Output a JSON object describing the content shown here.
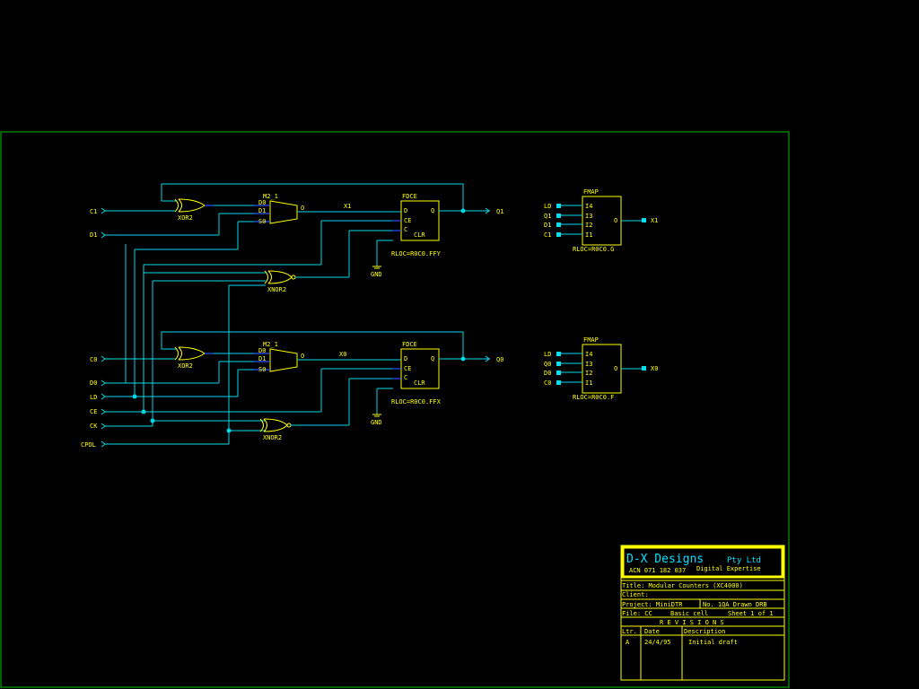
{
  "inputs": {
    "c1": "C1",
    "d1": "D1",
    "c0": "C0",
    "d0": "D0",
    "ld": "LD",
    "ce": "CE",
    "ck": "CK",
    "cpol": "CPOL"
  },
  "outputs": {
    "q1": "Q1",
    "q0": "Q0"
  },
  "gates": {
    "xor_top": "XOR2",
    "xor_bot": "XOR2",
    "xnor_top": "XNOR2",
    "xnor_bot": "XNOR2"
  },
  "mux": {
    "top_title": "M2_1",
    "bot_title": "M2_1",
    "pin_d0": "D0",
    "pin_d1": "D1",
    "pin_s0": "S0",
    "pin_o": "O"
  },
  "ff": {
    "title": "FDCE",
    "pin_d": "D",
    "pin_ce": "CE",
    "pin_c": "C",
    "pin_clr": "CLR",
    "pin_q": "Q",
    "rloc_top": "RLOC=R0C0.FFY",
    "rloc_bot": "RLOC=R0C0.FFX",
    "gnd": "GND"
  },
  "nets": {
    "x1": "X1",
    "x0": "X0"
  },
  "fmap": {
    "title": "FMAP",
    "top_in": [
      "LD",
      "Q1",
      "D1",
      "C1"
    ],
    "bot_in": [
      "LD",
      "Q0",
      "D0",
      "C0"
    ],
    "pins": [
      "I4",
      "I3",
      "I2",
      "I1"
    ],
    "pin_o": "O",
    "top_out": "X1",
    "bot_out": "X0",
    "rloc_top": "RLOC=R0C0.G",
    "rloc_bot": "RLOC=R0C0.F"
  },
  "title_block": {
    "company": "D-X Designs",
    "company_suffix": "Pty  Ltd",
    "acn": "ACN 071 182 037",
    "tagline": "Digital Expertise",
    "title": "Title:  Modular Counters (XC4000)",
    "client": "Client:",
    "project": "Project:   MiniDTR",
    "number": "No. 1QA Drawn DRB",
    "file": "File:  CC",
    "basic_cell": "Basic cell",
    "sheet": "Sheet 1 of   1",
    "revisions_header": "R E V I S I O N S",
    "col_ltr": "Ltr.",
    "col_date": "Date",
    "col_desc": "Description",
    "rev_ltr": "A",
    "rev_date": "24/4/95",
    "rev_desc": "Initial draft"
  },
  "colors": {
    "background": "#000000",
    "wire": "#00d8e8",
    "component": "#ffff00",
    "border": "#00c000",
    "pin_stub": "#3050ff",
    "label": "#00e000"
  }
}
